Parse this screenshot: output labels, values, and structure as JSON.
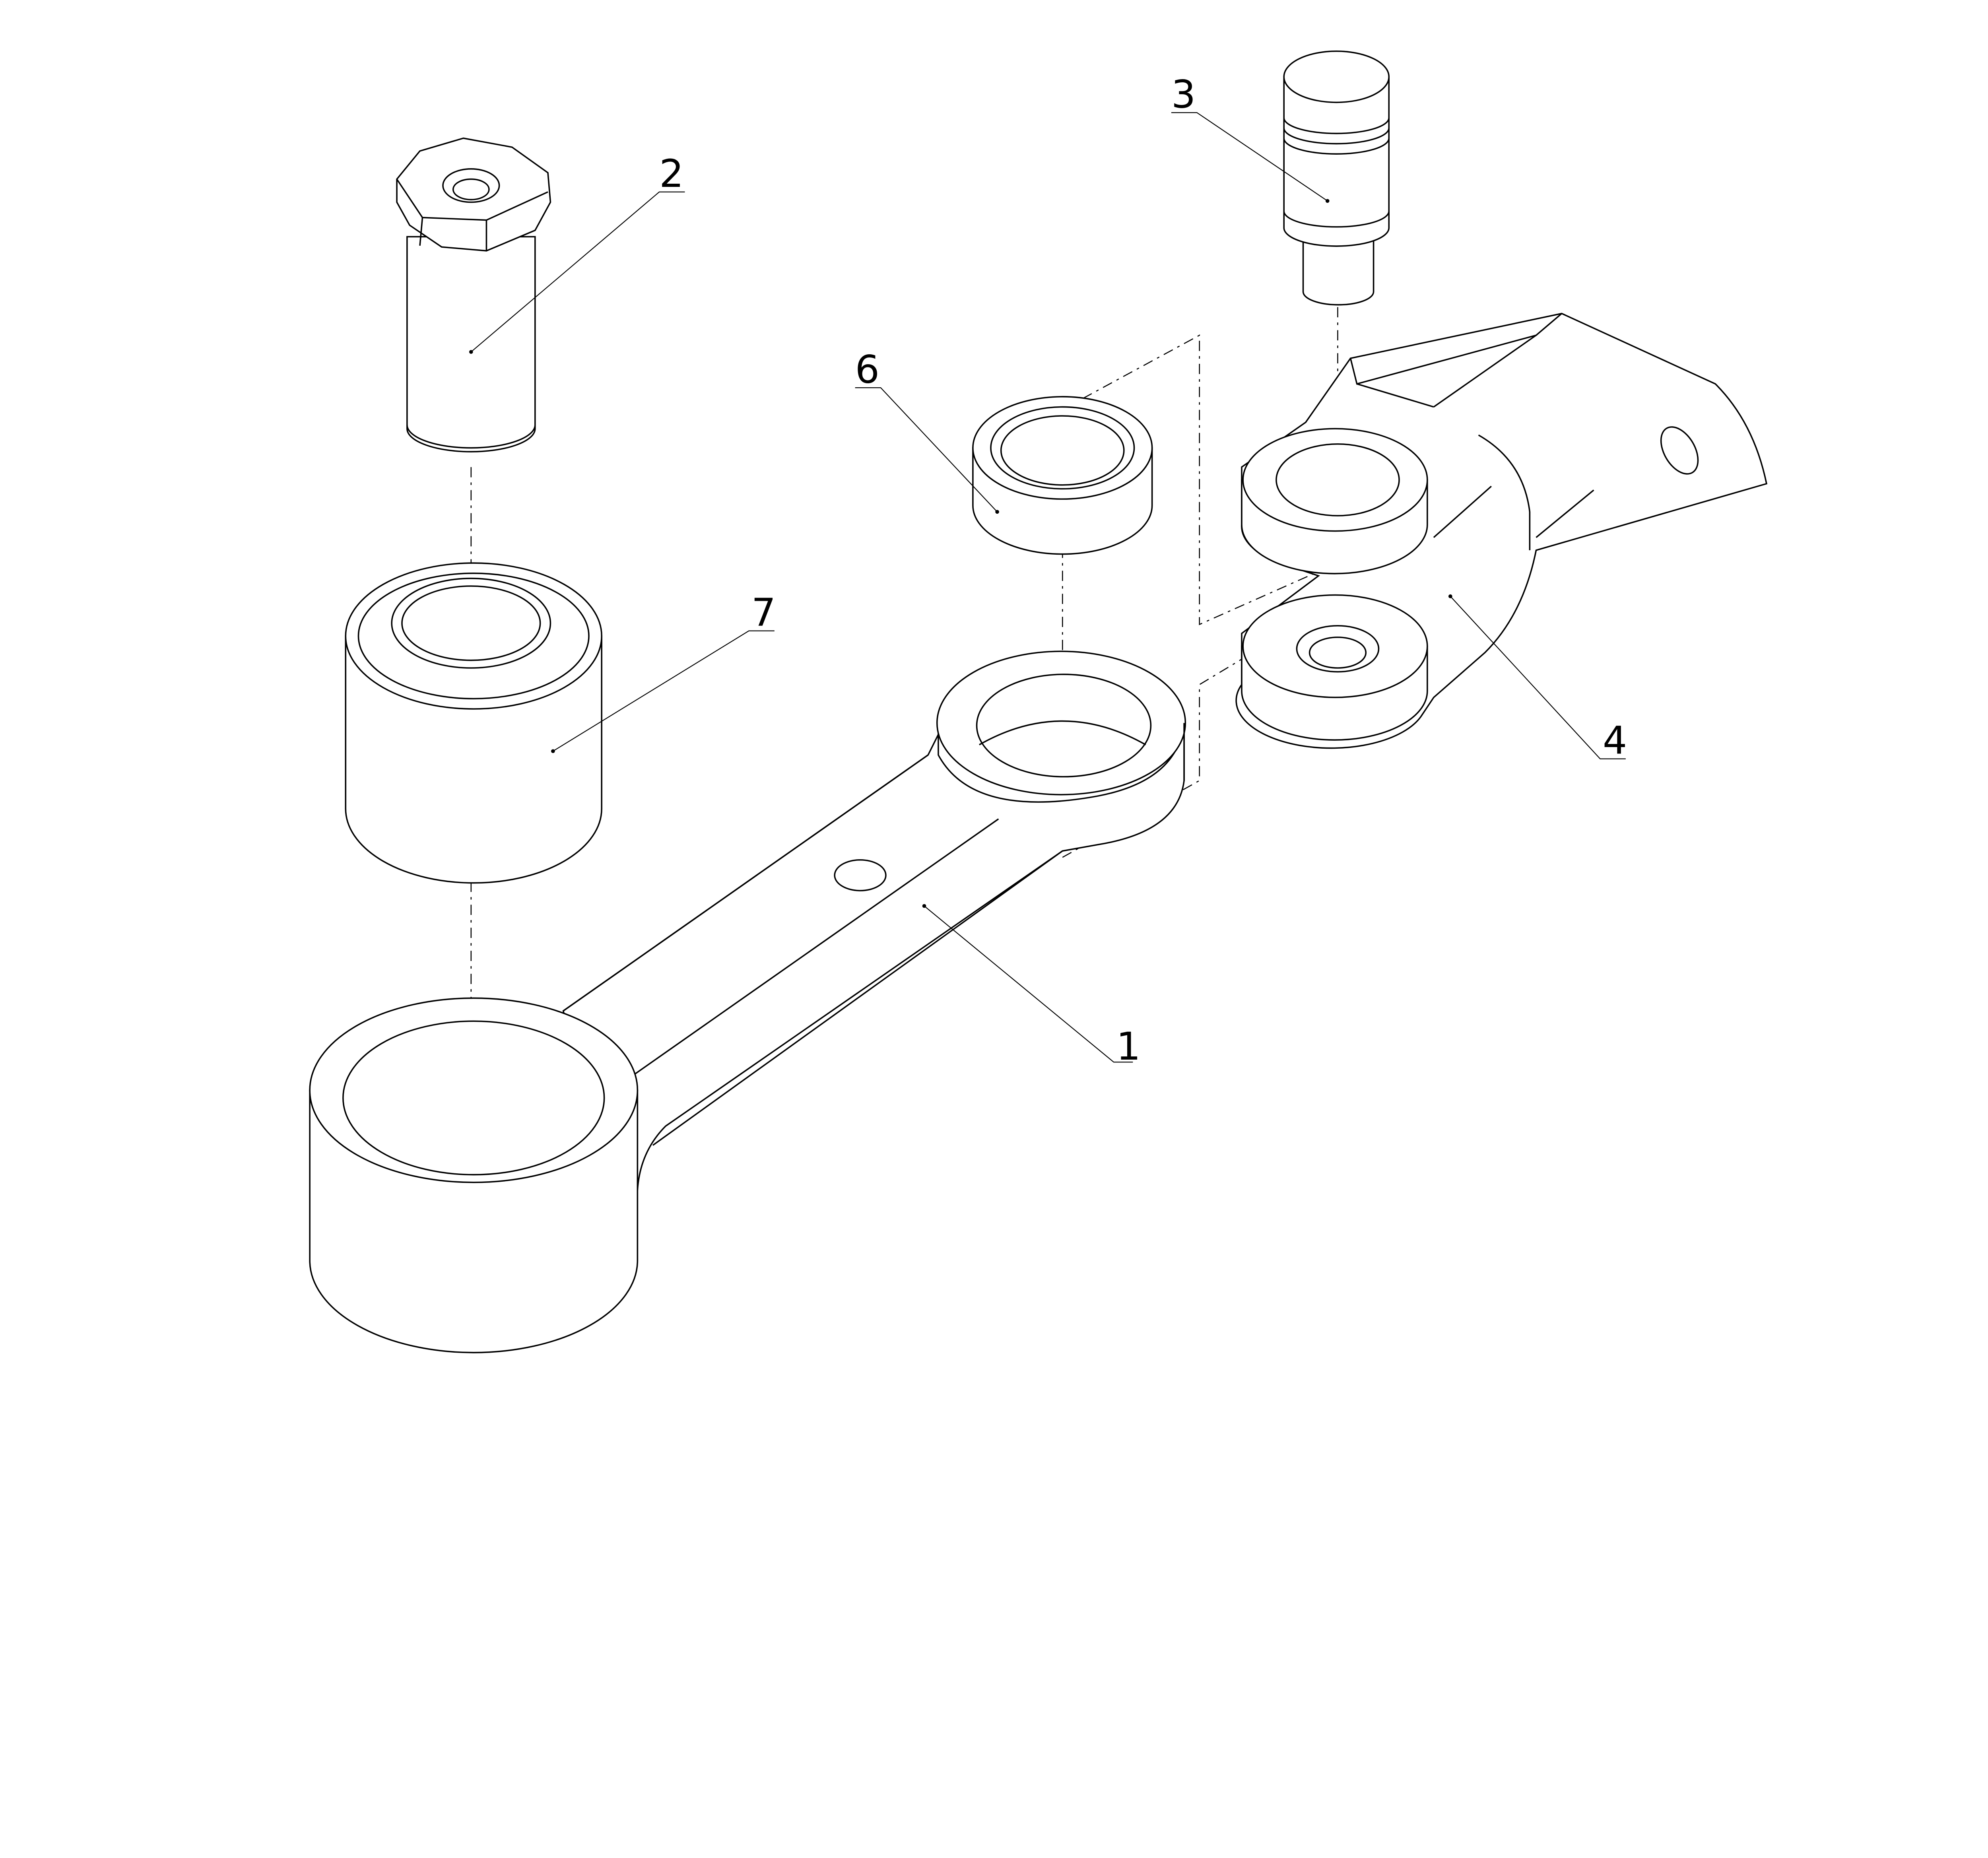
{
  "drawing": {
    "type": "exploded assembly view",
    "callouts": [
      {
        "id": "part-1",
        "label": "1"
      },
      {
        "id": "part-2",
        "label": "2"
      },
      {
        "id": "part-3",
        "label": "3"
      },
      {
        "id": "part-4",
        "label": "4"
      },
      {
        "id": "part-6",
        "label": "6"
      },
      {
        "id": "part-7",
        "label": "7"
      }
    ],
    "line_color": "#000000",
    "background": "#ffffff"
  }
}
